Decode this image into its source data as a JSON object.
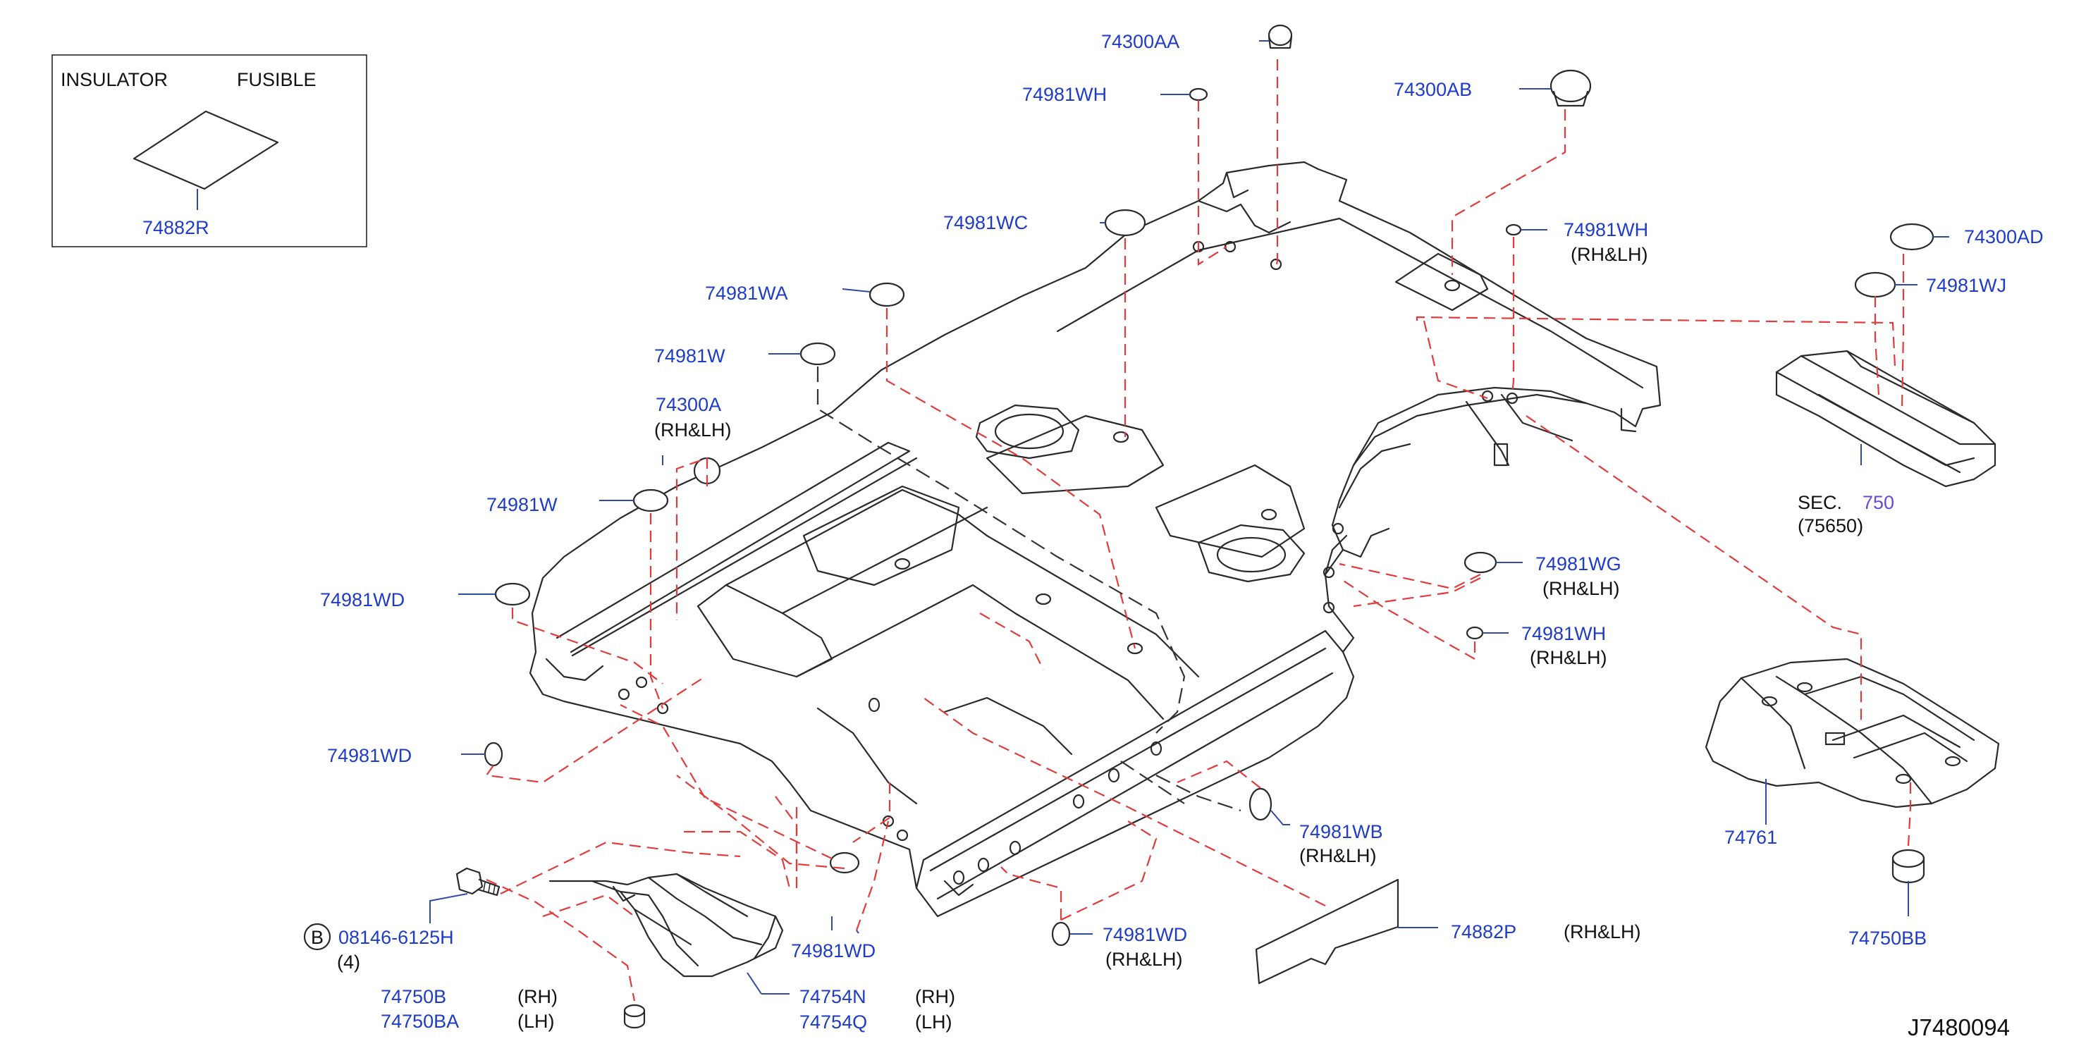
{
  "legend": {
    "insulator": "INSULATOR",
    "fusible": "FUSIBLE",
    "part": "74882R"
  },
  "labels": {
    "p74300AA": "74300AA",
    "p74981WH_top": "74981WH",
    "p74300AB": "74300AB",
    "p74981WC": "74981WC",
    "p74981WH_r1": "74981WH",
    "p74981WA": "74981WA",
    "p74300AD": "74300AD",
    "p74981WJ": "74981WJ",
    "p74981W_1": "74981W",
    "p74300A": "74300A",
    "p74981W_2": "74981W",
    "p74981WD_1": "74981WD",
    "p74981WG": "74981WG",
    "p74981WH_r2": "74981WH",
    "p74981WD_2": "74981WD",
    "p74981WB": "74981WB",
    "p74761": "74761",
    "p74750BB": "74750BB",
    "p08146": "08146-6125H",
    "p74981WD_3": "74981WD",
    "p74981WD_4": "74981WD",
    "p74882P": "74882P",
    "p74750B": "74750B",
    "p74750BA": "74750BA",
    "p74754N": "74754N",
    "p74754Q": "74754Q"
  },
  "notes": {
    "rhlh": "(RH&LH)",
    "rh": "(RH)",
    "lh": "(LH)",
    "qty": "(4)",
    "bolt_badge": "B",
    "sec_prefix": "SEC.",
    "sec_num": "750",
    "sec_ref": "(75650)"
  },
  "figure_code": "J7480094",
  "colors": {
    "part_number": "#1f3cc9",
    "leader": "#2f4aa8",
    "hidden_line": "#e23b3b",
    "outline": "#2a2a2a"
  }
}
